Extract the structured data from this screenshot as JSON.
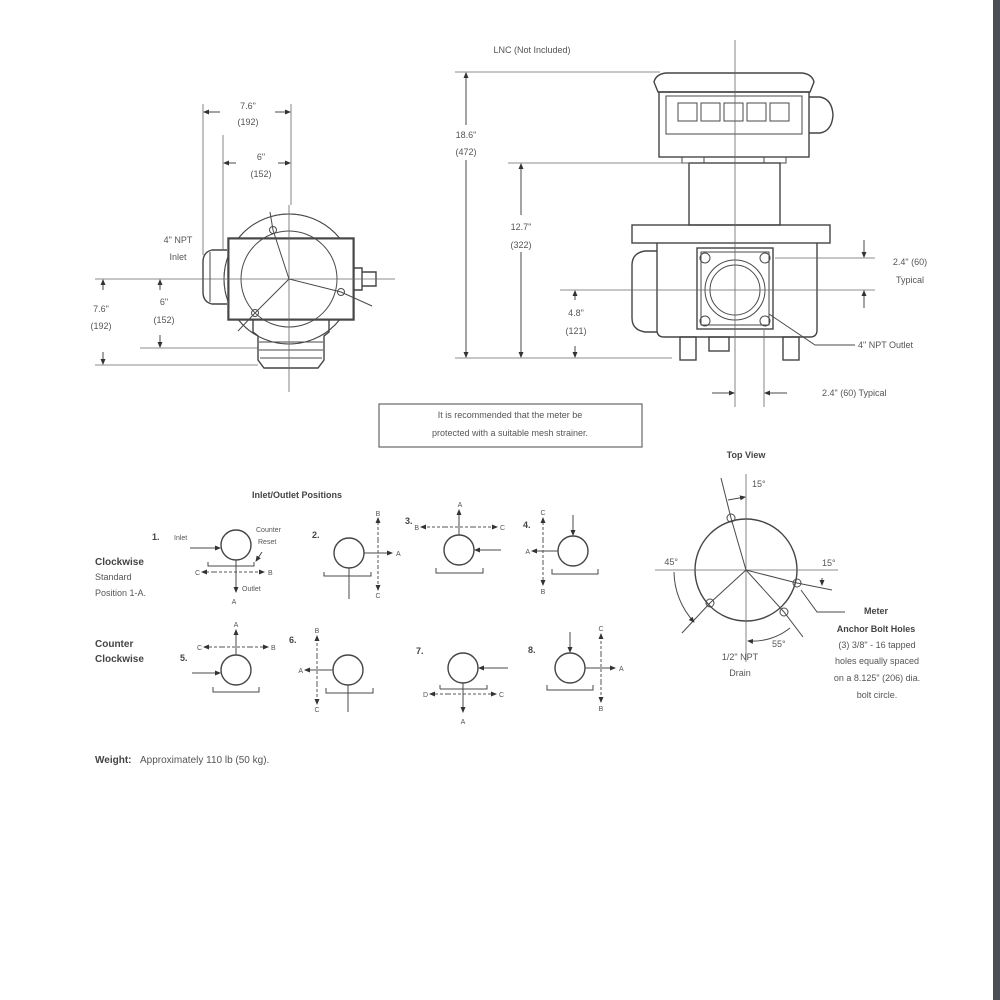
{
  "side_view": {
    "width_label": "7.6\"",
    "width_mm": "(192)",
    "inner_label": "6\"",
    "inner_mm": "(152)",
    "inlet_label": "4\" NPT",
    "inlet_sub": "Inlet",
    "height_label": "7.6\"",
    "height_mm": "(192)",
    "inner_h_label": "6\"",
    "inner_h_mm": "(152)"
  },
  "front_view": {
    "lnc": "LNC (Not Included)",
    "total_h": "18.6\"",
    "total_h_mm": "(472)",
    "h2": "12.7\"",
    "h2_mm": "(322)",
    "h3": "4.8\"",
    "h3_mm": "(121)",
    "typ_v": "2.4\" (60)",
    "typ_v_sub": "Typical",
    "outlet": "4\" NPT Outlet",
    "typ_h": "2.4\" (60) Typical"
  },
  "note": {
    "line1": "It is recommended that the meter be",
    "line2": "protected with a suitable mesh strainer."
  },
  "top_view": {
    "title": "Top View",
    "angle_top": "15°",
    "angle_left": "45°",
    "angle_right": "15°",
    "angle_bottom": "55°",
    "drain_1": "1/2\" NPT",
    "drain_2": "Drain",
    "bolt_title_1": "Meter",
    "bolt_title_2": "Anchor Bolt Holes",
    "bolt_desc": [
      "(3) 3/8\" - 16 tapped",
      "holes equally spaced",
      "on a 8.125\" (206) dia.",
      "bolt circle."
    ]
  },
  "positions": {
    "title": "Inlet/Outlet Positions",
    "clockwise": "Clockwise",
    "standard": "Standard",
    "standard_pos": "Position 1-A.",
    "counter_1": "Counter",
    "counter_2": "Clockwise",
    "inlet": "Inlet",
    "outlet": "Outlet",
    "reset_1": "Counter",
    "reset_2": "Reset",
    "nums": [
      "1.",
      "2.",
      "3.",
      "4.",
      "5.",
      "6.",
      "7.",
      "8."
    ],
    "letters": {
      "p1": [
        "C",
        "B",
        "A"
      ],
      "p2": [
        "B",
        "C",
        "A"
      ],
      "p3": [
        "B",
        "C",
        "A"
      ],
      "p4": [
        "C",
        "B",
        "A"
      ],
      "p5": [
        "C",
        "B",
        "A"
      ],
      "p6": [
        "B",
        "C",
        "A"
      ],
      "p7": [
        "D",
        "C",
        "A"
      ],
      "p8": [
        "C",
        "B",
        "A"
      ]
    }
  },
  "weight": {
    "label": "Weight:",
    "text": "Approximately 110 lb (50 kg)."
  }
}
